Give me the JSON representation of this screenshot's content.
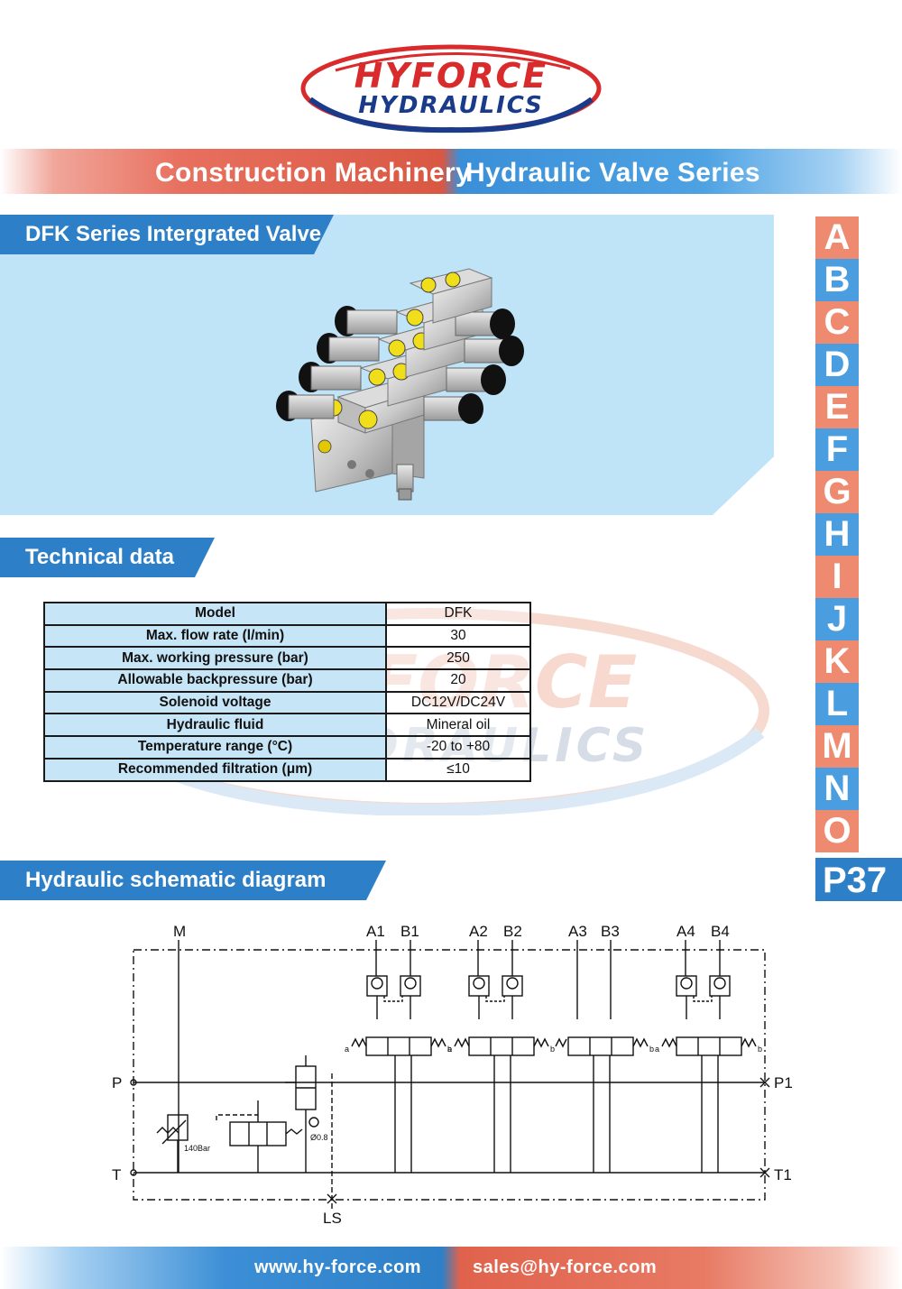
{
  "logo": {
    "line1": "HYFORCE",
    "line2": "HYDRAULICS",
    "colors": {
      "red": "#d92b2b",
      "blue": "#1a3a8a"
    }
  },
  "series_banner": {
    "left": "Construction Machinery",
    "right": "Hydraulic Valve Series"
  },
  "product_section": {
    "title": "DFK Series Intergrated Valve",
    "image_icon": "valve-block-photo"
  },
  "technical_section": {
    "title": "Technical data",
    "rows": [
      {
        "label": "Model",
        "value": "DFK"
      },
      {
        "label": "Max. flow rate (l/min)",
        "value": "30"
      },
      {
        "label": "Max. working pressure (bar)",
        "value": "250"
      },
      {
        "label": "Allowable backpressure (bar)",
        "value": "20"
      },
      {
        "label": "Solenoid voltage",
        "value": "DC12V/DC24V"
      },
      {
        "label": "Hydraulic fluid",
        "value": "Mineral oil"
      },
      {
        "label": "Temperature range (°C)",
        "value": "-20 to +80"
      },
      {
        "label": "Recommended filtration (μm)",
        "value": "≤10"
      }
    ],
    "watermark": {
      "line1": "HYFORCE",
      "line2": "HYDRAULICS"
    }
  },
  "schematic_section": {
    "title": "Hydraulic schematic diagram",
    "ports": {
      "M": "M",
      "P": "P",
      "T": "T",
      "P1": "P1",
      "T1": "T1",
      "LS": "LS",
      "A1": "A1",
      "B1": "B1",
      "A2": "A2",
      "B2": "B2",
      "A3": "A3",
      "B3": "B3",
      "A4": "A4",
      "B4": "B4"
    },
    "relief_setting": "140Bar",
    "orifice": "Ø0.8",
    "solenoid_a": "a",
    "solenoid_b": "b"
  },
  "index_letters": [
    "A",
    "B",
    "C",
    "D",
    "E",
    "F",
    "G",
    "H",
    "I",
    "J",
    "K",
    "L",
    "M",
    "N",
    "O"
  ],
  "page_number": "P37",
  "footer": {
    "website": "www.hy-force.com",
    "email": "sales@hy-force.com"
  },
  "colors": {
    "section_blue": "#2d80c7",
    "panel_blue": "#bfe3f7",
    "index_red": "#ee8a70",
    "index_blue": "#4a9ee0"
  }
}
